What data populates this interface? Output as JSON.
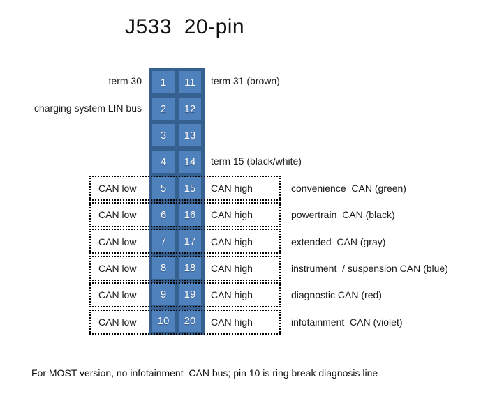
{
  "title": "J533  20-pin",
  "footer": "For MOST version, no infotainment  CAN bus; pin 10 is ring break diagnosis line",
  "colors": {
    "cell_fill": "#4f81bd",
    "cell_border": "#35608f",
    "pin_text": "#ffffff",
    "outline": "#000000",
    "text": "#1a1a1a"
  },
  "rows": [
    {
      "left_pin": "1",
      "right_pin": "11",
      "left_label": "term 30",
      "right_label": "term 31 (brown)",
      "bus_label": ""
    },
    {
      "left_pin": "2",
      "right_pin": "12",
      "left_label": "charging system LIN bus",
      "right_label": "",
      "bus_label": ""
    },
    {
      "left_pin": "3",
      "right_pin": "13",
      "left_label": "",
      "right_label": "",
      "bus_label": ""
    },
    {
      "left_pin": "4",
      "right_pin": "14",
      "left_label": "",
      "right_label": "term 15 (black/white)",
      "bus_label": ""
    },
    {
      "left_pin": "5",
      "right_pin": "15",
      "left_label": "CAN low",
      "right_label": "CAN high",
      "bus_label": "convenience  CAN (green)"
    },
    {
      "left_pin": "6",
      "right_pin": "16",
      "left_label": "CAN low",
      "right_label": "CAN high",
      "bus_label": "powertrain  CAN (black)"
    },
    {
      "left_pin": "7",
      "right_pin": "17",
      "left_label": "CAN low",
      "right_label": "CAN high",
      "bus_label": "extended  CAN (gray)"
    },
    {
      "left_pin": "8",
      "right_pin": "18",
      "left_label": "CAN low",
      "right_label": "CAN high",
      "bus_label": "instrument  / suspension CAN (blue)"
    },
    {
      "left_pin": "9",
      "right_pin": "19",
      "left_label": "CAN low",
      "right_label": "CAN high",
      "bus_label": "diagnostic CAN (red)"
    },
    {
      "left_pin": "10",
      "right_pin": "20",
      "left_label": "CAN low",
      "right_label": "CAN high",
      "bus_label": "infotainment  CAN (violet)"
    }
  ]
}
